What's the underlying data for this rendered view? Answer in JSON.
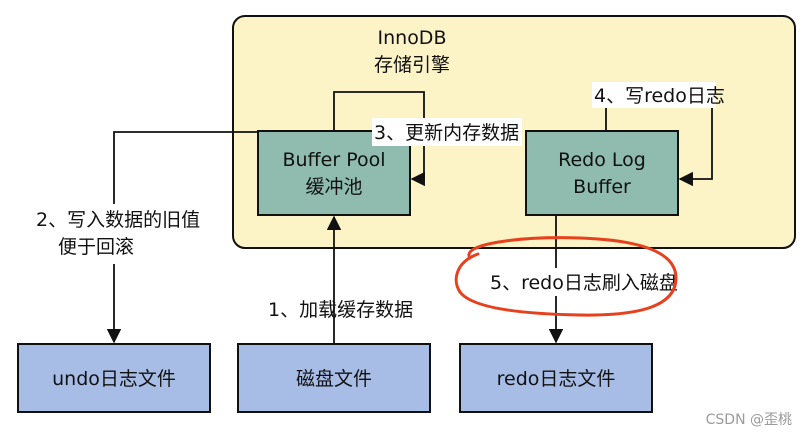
{
  "engine": {
    "line1": "InnoDB",
    "line2": "存储引擎"
  },
  "buffer_pool": {
    "line1": "Buffer Pool",
    "line2": "缓冲池"
  },
  "redo_log_buffer": {
    "line1": "Redo Log",
    "line2": "Buffer"
  },
  "files": {
    "undo": "undo日志文件",
    "disk": "磁盘文件",
    "redo": "redo日志文件"
  },
  "steps": {
    "s1": "1、加载缓存数据",
    "s2_line1": "2、写入数据的旧值",
    "s2_line2": "便于回滚",
    "s3": "3、更新内存数据",
    "s4": "4、写redo日志",
    "s5": "5、redo日志刷入磁盘"
  },
  "watermark": "CSDN @歪桃",
  "colors": {
    "engine_fill": "#fcf3c6",
    "box_fill_teal": "#8fbcaf",
    "file_fill_blue": "#a8bde6",
    "highlight_red": "#e8401c",
    "stroke": "#111111"
  }
}
